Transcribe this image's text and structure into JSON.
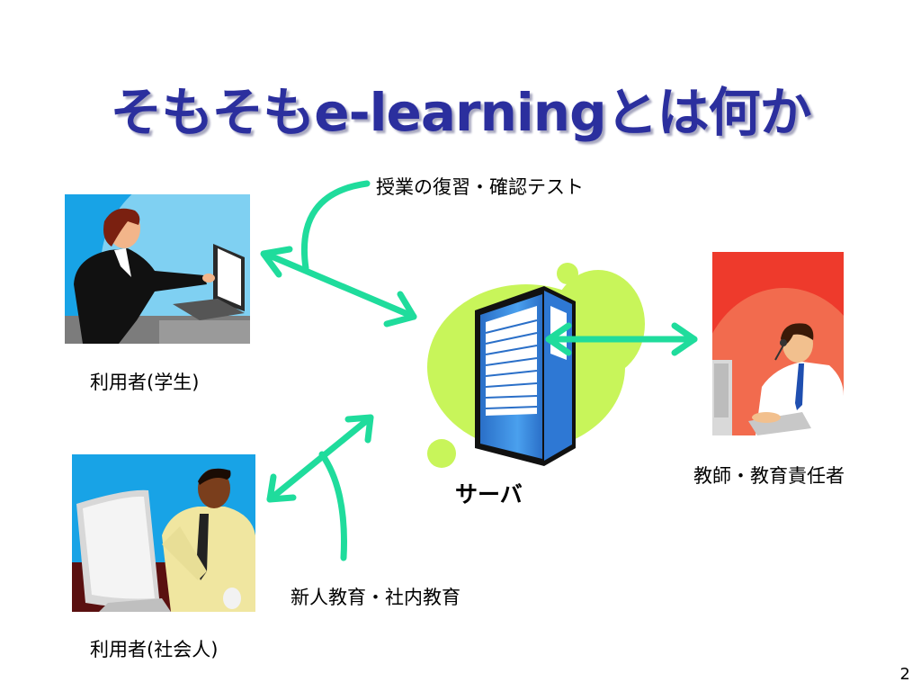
{
  "slide": {
    "title": "そもそもe-learningとは何か",
    "page_number": "2"
  },
  "labels": {
    "review_test": "授業の復習・確認テスト",
    "user_student": "利用者(学生)",
    "user_worker": "利用者(社会人)",
    "server": "サーバ",
    "teacher": "教師・教育責任者",
    "training": "新人教育・社内教育"
  },
  "colors": {
    "title": "#2b2f9e",
    "arrow": "#1fdc9c",
    "blob": "#c8f55a",
    "server": "#3d8de0",
    "teacher_bg": "#ee3a2c",
    "user_bg": "#18a3e6"
  }
}
